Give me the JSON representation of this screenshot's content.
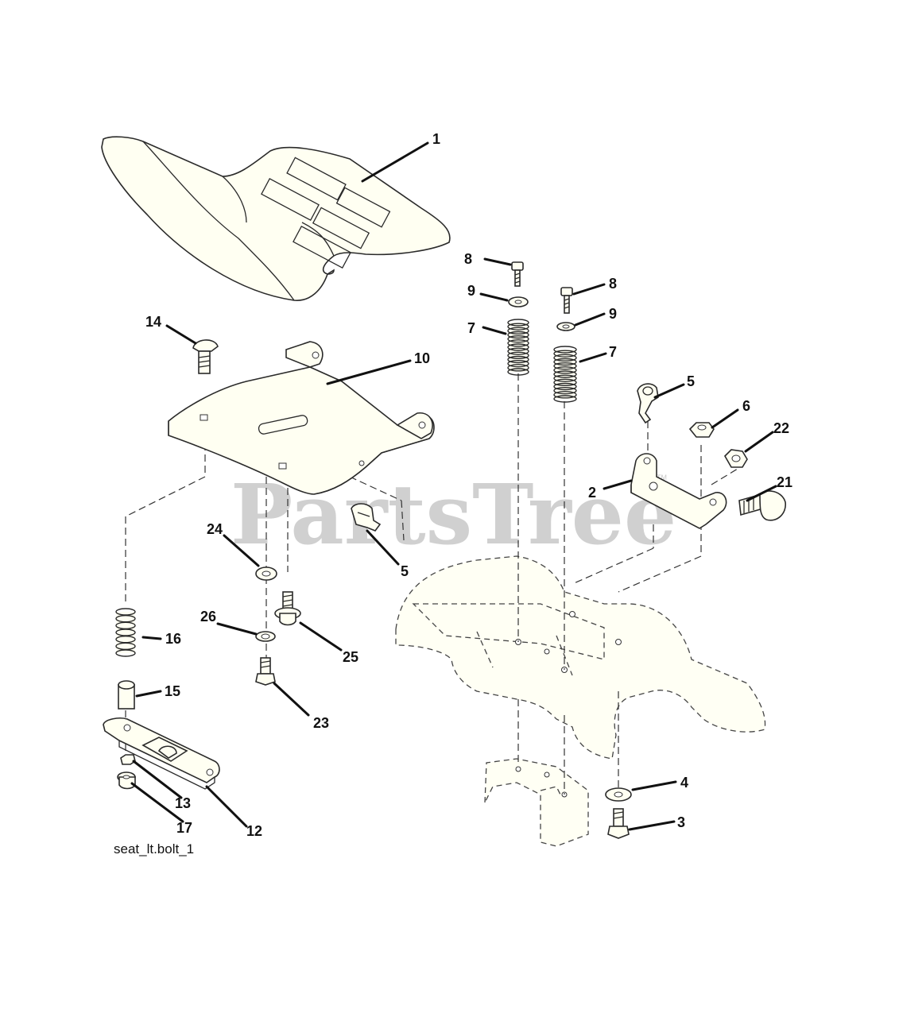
{
  "diagram": {
    "caption": "seat_lt.bolt_1",
    "watermark": "PartsTree",
    "trademark": "TM",
    "callouts": [
      {
        "id": "c1",
        "label": "1"
      },
      {
        "id": "c2",
        "label": "2"
      },
      {
        "id": "c3",
        "label": "3"
      },
      {
        "id": "c4",
        "label": "4"
      },
      {
        "id": "c5a",
        "label": "5"
      },
      {
        "id": "c5b",
        "label": "5"
      },
      {
        "id": "c6",
        "label": "6"
      },
      {
        "id": "c7a",
        "label": "7"
      },
      {
        "id": "c7b",
        "label": "7"
      },
      {
        "id": "c8a",
        "label": "8"
      },
      {
        "id": "c8b",
        "label": "8"
      },
      {
        "id": "c9a",
        "label": "9"
      },
      {
        "id": "c9b",
        "label": "9"
      },
      {
        "id": "c10",
        "label": "10"
      },
      {
        "id": "c12",
        "label": "12"
      },
      {
        "id": "c13",
        "label": "13"
      },
      {
        "id": "c14",
        "label": "14"
      },
      {
        "id": "c15",
        "label": "15"
      },
      {
        "id": "c16",
        "label": "16"
      },
      {
        "id": "c17",
        "label": "17"
      },
      {
        "id": "c21",
        "label": "21"
      },
      {
        "id": "c22",
        "label": "22"
      },
      {
        "id": "c23",
        "label": "23"
      },
      {
        "id": "c24",
        "label": "24"
      },
      {
        "id": "c25",
        "label": "25"
      },
      {
        "id": "c26",
        "label": "26"
      }
    ]
  }
}
